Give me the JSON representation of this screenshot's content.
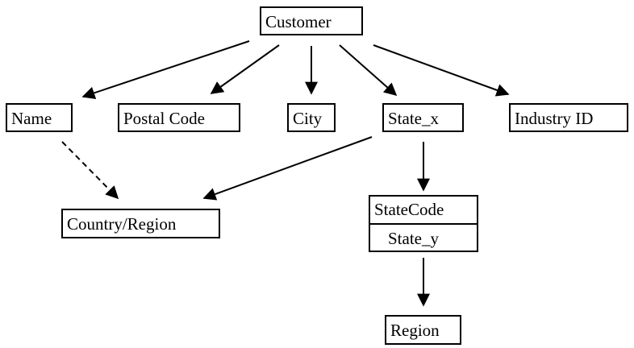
{
  "nodes": {
    "customer": "Customer",
    "name": "Name",
    "postal_code": "Postal Code",
    "city": "City",
    "state_x": "State_x",
    "industry_id": "Industry ID",
    "country_region": "Country/Region",
    "statecode_header": "StateCode",
    "statecode_field": "State_y",
    "region": "Region"
  },
  "edges": [
    {
      "from": "Customer",
      "to": "Name",
      "style": "solid"
    },
    {
      "from": "Customer",
      "to": "Postal Code",
      "style": "solid"
    },
    {
      "from": "Customer",
      "to": "City",
      "style": "solid"
    },
    {
      "from": "Customer",
      "to": "State_x",
      "style": "solid"
    },
    {
      "from": "Customer",
      "to": "Industry ID",
      "style": "solid"
    },
    {
      "from": "Name",
      "to": "Country/Region",
      "style": "dashed"
    },
    {
      "from": "State_x",
      "to": "Country/Region",
      "style": "solid"
    },
    {
      "from": "State_x",
      "to": "StateCode",
      "style": "solid"
    },
    {
      "from": "State_y",
      "to": "Region",
      "style": "solid"
    }
  ],
  "colors": {
    "stroke": "#000000",
    "background": "#ffffff"
  }
}
